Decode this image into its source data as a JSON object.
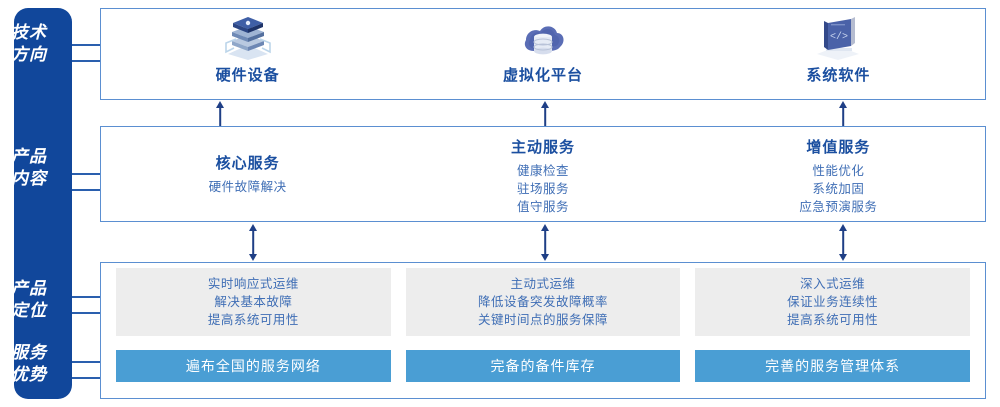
{
  "rail": {
    "groups": [
      {
        "name": "tech-direction",
        "lines": [
          "技术",
          "方向"
        ]
      },
      {
        "name": "product-content",
        "lines": [
          "产品",
          "内容"
        ]
      },
      {
        "name": "product-position",
        "lines": [
          "产品",
          "定位"
        ]
      },
      {
        "name": "service-advantage",
        "lines": [
          "服务",
          "优势"
        ]
      }
    ]
  },
  "colors": {
    "rail_blue": "#11479b",
    "box_border": "#5b8fd1",
    "title_blue": "#1b4fa0",
    "body_blue": "#3f6eb5",
    "card_grey": "#ededed",
    "bar_blue": "#4a9ed4",
    "arrow_blue": "#1f3f86"
  },
  "tech_row": {
    "columns": [
      {
        "icon": "server-stack-icon",
        "label": "硬件设备"
      },
      {
        "icon": "cloud-database-icon",
        "label": "虚拟化平台"
      },
      {
        "icon": "code-screen-icon",
        "label": "系统软件"
      }
    ]
  },
  "content_row": {
    "columns": [
      {
        "title": "核心服务",
        "items": [
          "硬件故障解决"
        ]
      },
      {
        "title": "主动服务",
        "items": [
          "健康检查",
          "驻场服务",
          "值守服务"
        ]
      },
      {
        "title": "增值服务",
        "items": [
          "性能优化",
          "系统加固",
          "应急预演服务"
        ]
      }
    ]
  },
  "position_row": {
    "cards": [
      {
        "lines": [
          "实时响应式运维",
          "解决基本故障",
          "提高系统可用性"
        ]
      },
      {
        "lines": [
          "主动式运维",
          "降低设备突发故障概率",
          "关键时间点的服务保障"
        ]
      },
      {
        "lines": [
          "深入式运维",
          "保证业务连续性",
          "提高系统可用性"
        ]
      }
    ]
  },
  "advantage_row": {
    "bars": [
      {
        "label": "遍布全国的服务网络"
      },
      {
        "label": "完备的备件库存"
      },
      {
        "label": "完善的服务管理体系"
      }
    ]
  }
}
